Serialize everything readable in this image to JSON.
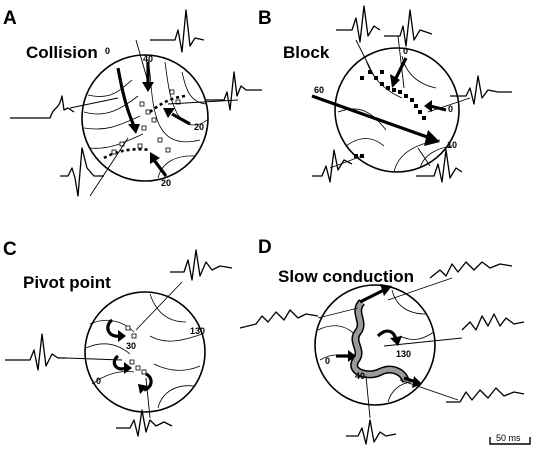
{
  "panels": [
    {
      "letter": "A",
      "title": "Collision",
      "labels": [
        "0",
        "40",
        "20",
        "20"
      ]
    },
    {
      "letter": "B",
      "title": "Block",
      "labels": [
        "0",
        "60",
        "0",
        "10"
      ]
    },
    {
      "letter": "C",
      "title": "Pivot point",
      "labels": [
        "130",
        "30",
        "0"
      ]
    },
    {
      "letter": "D",
      "title": "Slow conduction",
      "labels": [
        "130",
        "0",
        "40"
      ]
    }
  ],
  "scale_bar": {
    "label": "50 ms"
  }
}
